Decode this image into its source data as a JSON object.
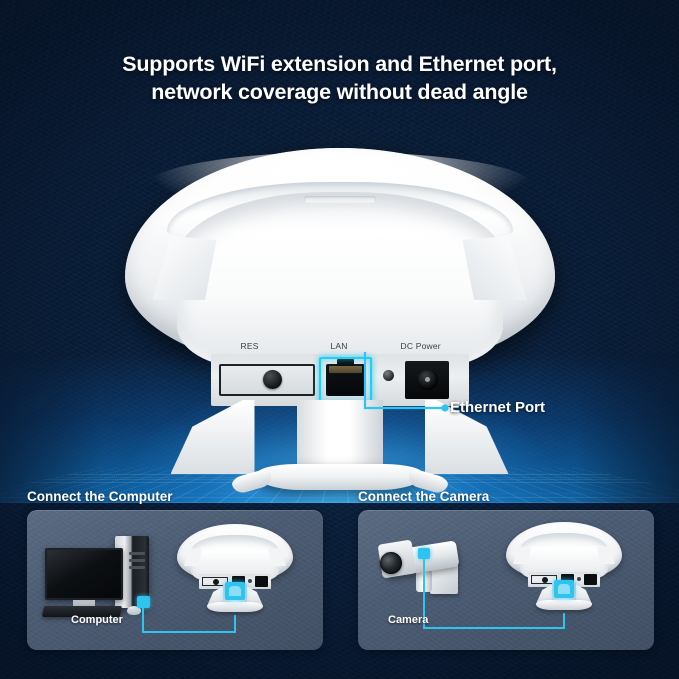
{
  "headline": {
    "line1": "Supports WiFi extension and Ethernet port,",
    "line2": "network coverage without dead angle"
  },
  "device": {
    "name": "ceiling-wifi-access-point",
    "ports": [
      {
        "id": "res",
        "label": "RES"
      },
      {
        "id": "lan",
        "label": "LAN"
      },
      {
        "id": "dc_power",
        "label": "DC Power"
      }
    ],
    "highlighted_port": "LAN"
  },
  "callout": {
    "label": "Ethernet Port",
    "points_to": "LAN"
  },
  "panels": [
    {
      "id": "connect-computer",
      "title": "Connect the Computer",
      "device_label": "Computer",
      "device_icon": "desktop-computer-icon"
    },
    {
      "id": "connect-camera",
      "title": "Connect the Camera",
      "device_label": "Camera",
      "device_icon": "cctv-camera-icon"
    }
  ],
  "colors": {
    "accent_cyan": "#2fc4f0",
    "highlight_cyan": "#23cdf5",
    "background_navy": "#0a1e39",
    "card_slate": "#4c5c73",
    "text_white": "#ffffff"
  }
}
